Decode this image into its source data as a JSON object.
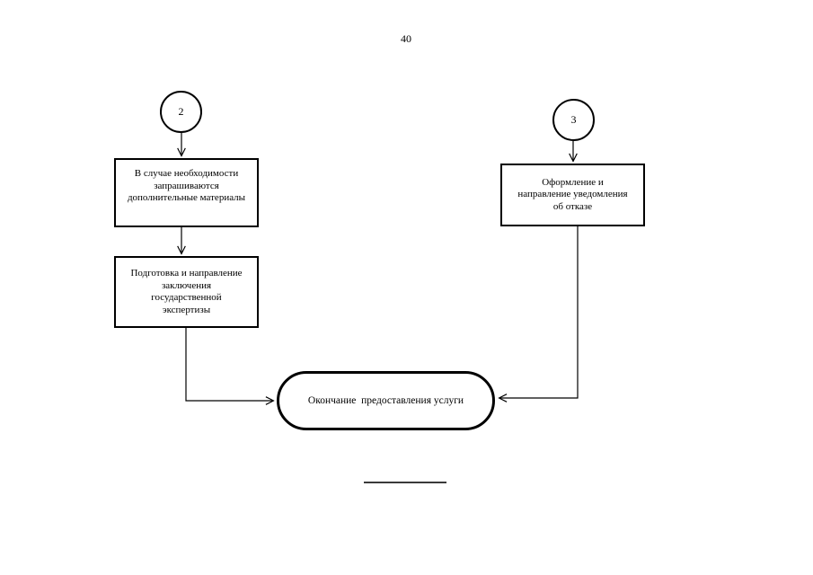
{
  "page": {
    "number": "40"
  },
  "flowchart": {
    "connector_2": {
      "label": "2"
    },
    "connector_3": {
      "label": "3"
    },
    "box_request_materials": {
      "text": "В случае необходимости\nзапрашиваются\nдополнительные материалы"
    },
    "box_expertise_conclusion": {
      "text": "Подготовка и направление\nзаключения\nгосударственной\nэкспертизы"
    },
    "box_refusal_notice": {
      "text": "Оформление и\nнаправление уведомления\nоб отказе"
    },
    "terminator_end": {
      "text": "Окончание  предоставления услуги"
    },
    "colors": {
      "line": "#000000",
      "background": "#ffffff",
      "footnote_rule": "#3a3a3a"
    }
  }
}
